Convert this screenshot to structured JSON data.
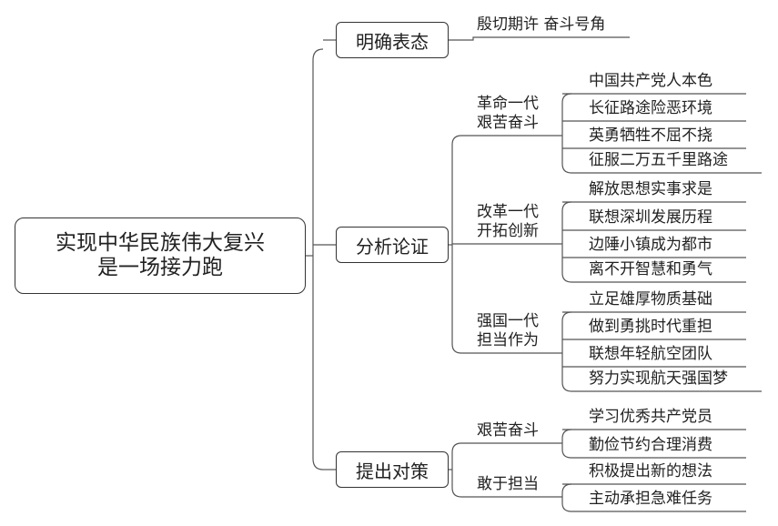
{
  "root": {
    "line1": "实现中华民族伟大复兴",
    "line2": "是一场接力跑"
  },
  "branches": [
    {
      "label": "明确表态",
      "leaves": [
        "殷切期许  奋斗号角"
      ]
    },
    {
      "label": "分析论证",
      "groups": [
        {
          "line1": "革命一代",
          "line2": "艰苦奋斗",
          "leaves": [
            "中国共产党人本色",
            "长征路途险恶环境",
            "英勇牺牲不屈不挠",
            "征服二万五千里路途"
          ]
        },
        {
          "line1": "改革一代",
          "line2": "开拓创新",
          "leaves": [
            "解放思想实事求是",
            "联想深圳发展历程",
            "边陲小镇成为都市",
            "离不开智慧和勇气"
          ]
        },
        {
          "line1": "强国一代",
          "line2": "担当作为",
          "leaves": [
            "立足雄厚物质基础",
            "做到勇挑时代重担",
            "联想年轻航空团队",
            "努力实现航天强国梦"
          ]
        }
      ]
    },
    {
      "label": "提出对策",
      "groups": [
        {
          "line1": "艰苦奋斗",
          "leaves": [
            "学习优秀共产党员",
            "勤俭节约合理消费"
          ]
        },
        {
          "line1": "敢于担当",
          "leaves": [
            "积极提出新的想法",
            "主动承担急难任务"
          ]
        }
      ]
    }
  ]
}
